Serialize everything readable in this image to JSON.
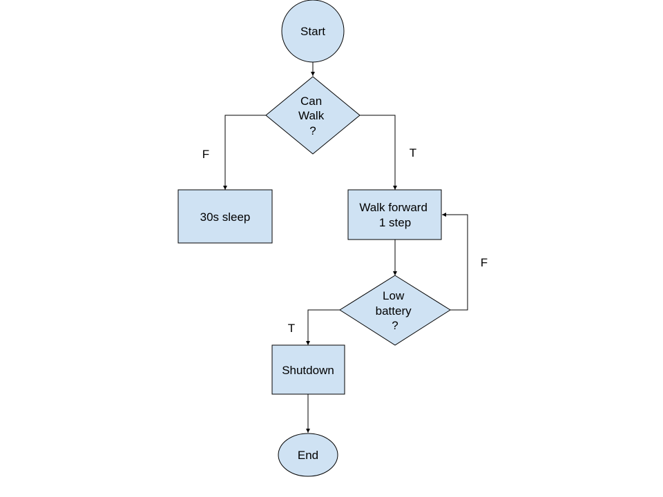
{
  "diagram": {
    "nodes": {
      "start": {
        "lines": [
          "Start"
        ]
      },
      "can_walk": {
        "lines": [
          "Can",
          "Walk",
          "?"
        ]
      },
      "sleep": {
        "lines": [
          "30s sleep"
        ]
      },
      "walk": {
        "lines": [
          "Walk forward",
          "1 step"
        ]
      },
      "low_battery": {
        "lines": [
          "Low",
          "battery",
          "?"
        ]
      },
      "shutdown": {
        "lines": [
          "Shutdown"
        ]
      },
      "end": {
        "lines": [
          "End"
        ]
      }
    },
    "edges": {
      "can_walk_false": "F",
      "can_walk_true": "T",
      "low_battery_false": "F",
      "low_battery_true": "T"
    }
  }
}
